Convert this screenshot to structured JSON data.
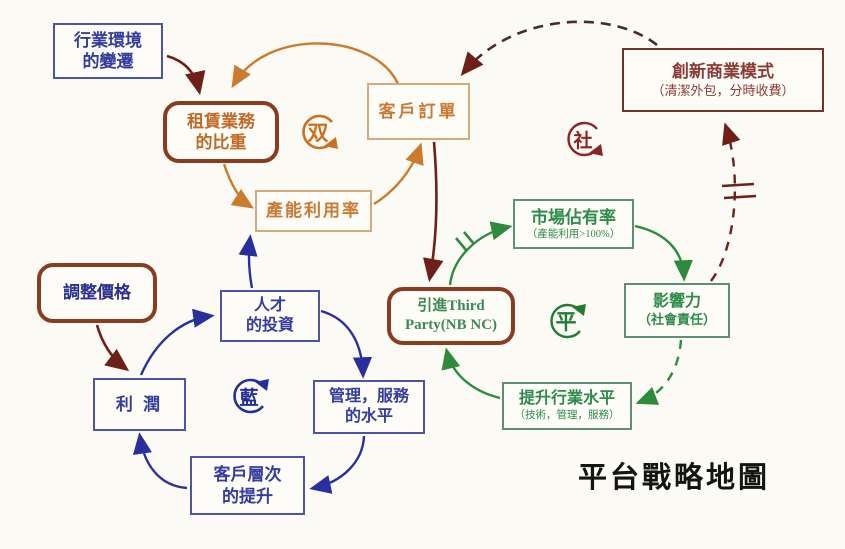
{
  "title": "平台戰略地圖",
  "nodes": {
    "industry_env": {
      "line1": "行業環境",
      "line2": "的變遷"
    },
    "rental_share": {
      "line1": "租賃業務",
      "line2": "的比重"
    },
    "customer_orders": {
      "line1": "客戶訂單"
    },
    "capacity_util": {
      "line1": "產能利用率"
    },
    "innovation": {
      "line1": "創新商業模式",
      "line2": "（清潔外包，分時收費）"
    },
    "market_share": {
      "line1": "市場佔有率",
      "line2": "（產能利用>100%）"
    },
    "influence": {
      "line1": "影響力",
      "line2": "（社會責任）"
    },
    "third_party": {
      "line1": "引進Third",
      "line2": "Party(NB NC)"
    },
    "industry_level": {
      "line1": "提升行業水平",
      "line2": "（技術，管理，服務）"
    },
    "adjust_price": {
      "line1": "調整價格"
    },
    "talent_invest": {
      "line1": "人才",
      "line2": "的投資"
    },
    "profit": {
      "line1": "利 潤"
    },
    "mgmt_service": {
      "line1": "管理，服務",
      "line2": "的水平"
    },
    "customer_tier": {
      "line1": "客戶層次",
      "line2": "的提升"
    }
  },
  "loops": {
    "shuang": "双",
    "she": "社",
    "ping": "平",
    "lan": "藍"
  },
  "colors": {
    "loop_shuang": "#cc6f1e",
    "loop_she": "#8b2424",
    "loop_ping": "#1e7c33",
    "loop_lan": "#232f9c",
    "arrow_maroon": "#6e2018",
    "arrow_orange": "#cc7a2e",
    "arrow_green": "#2e8b3e",
    "arrow_blue": "#2a2f9e"
  },
  "edges": [
    {
      "from": "industry_env",
      "to": "rental_share",
      "color": "maroon",
      "style": "solid"
    },
    {
      "from": "customer_orders",
      "to": "rental_share",
      "color": "orange",
      "style": "solid"
    },
    {
      "from": "rental_share",
      "to": "capacity_util",
      "color": "orange",
      "style": "solid"
    },
    {
      "from": "capacity_util",
      "to": "customer_orders",
      "color": "orange",
      "style": "solid"
    },
    {
      "from": "customer_orders",
      "to": "third_party",
      "color": "maroon",
      "style": "solid"
    },
    {
      "from": "innovation",
      "to": "customer_orders",
      "color": "maroon",
      "style": "dashed"
    },
    {
      "from": "influence",
      "to": "innovation",
      "color": "maroon",
      "style": "dashed",
      "mark": "delay"
    },
    {
      "from": "third_party",
      "to": "market_share",
      "color": "green",
      "style": "solid",
      "mark": "delay"
    },
    {
      "from": "market_share",
      "to": "influence",
      "color": "green",
      "style": "solid"
    },
    {
      "from": "influence",
      "to": "industry_level",
      "color": "green",
      "style": "dashed"
    },
    {
      "from": "industry_level",
      "to": "third_party",
      "color": "green",
      "style": "solid"
    },
    {
      "from": "adjust_price",
      "to": "profit",
      "color": "maroon",
      "style": "solid"
    },
    {
      "from": "profit",
      "to": "talent_invest",
      "color": "blue",
      "style": "solid"
    },
    {
      "from": "talent_invest",
      "to": "capacity_util",
      "color": "blue",
      "style": "solid"
    },
    {
      "from": "talent_invest",
      "to": "mgmt_service",
      "color": "blue",
      "style": "solid"
    },
    {
      "from": "mgmt_service",
      "to": "customer_tier",
      "color": "blue",
      "style": "solid"
    },
    {
      "from": "customer_tier",
      "to": "profit",
      "color": "blue",
      "style": "solid"
    }
  ]
}
